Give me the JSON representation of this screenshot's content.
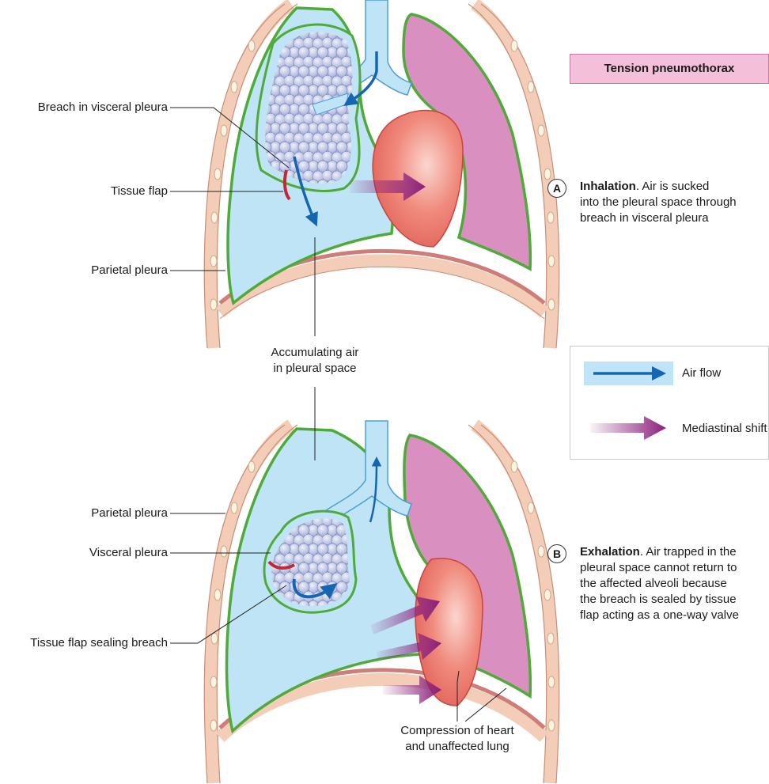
{
  "title": "Tension pneumothorax",
  "top_labels": {
    "breach": "Breach in visceral pleura",
    "tissue_flap": "Tissue flap",
    "parietal": "Parietal pleura"
  },
  "middle_label": {
    "line1": "Accumulating air",
    "line2": "in pleural space"
  },
  "bottom_labels": {
    "parietal": "Parietal pleura",
    "visceral": "Visceral pleura",
    "sealing": "Tissue flap sealing breach",
    "compression_line1": "Compression of heart",
    "compression_line2": "and unaffected lung"
  },
  "step_a": {
    "badge": "A",
    "heading": "Inhalation",
    "line1": ". Air is sucked",
    "line2": "into the pleural space through",
    "line3": "breach in visceral pleura"
  },
  "step_b": {
    "badge": "B",
    "heading": "Exhalation",
    "line1": ". Air trapped in the",
    "line2": "pleural space cannot return to",
    "line3": "the affected alveoli because",
    "line4": "the breach is sealed by tissue",
    "line5": "flap acting as a one-way valve"
  },
  "legend": {
    "air_flow": "Air flow",
    "mediastinal_shift": "Mediastinal shift"
  },
  "colors": {
    "pleural_air": "#bfe4f6",
    "pleura_border": "#4faa3a",
    "lung_pink": "#d98bbf",
    "heart": "#ec7469",
    "air_arrow": "#1565b3",
    "shift_arrow": "#8a1f7a",
    "rib_wall": "#f3cdb7"
  }
}
